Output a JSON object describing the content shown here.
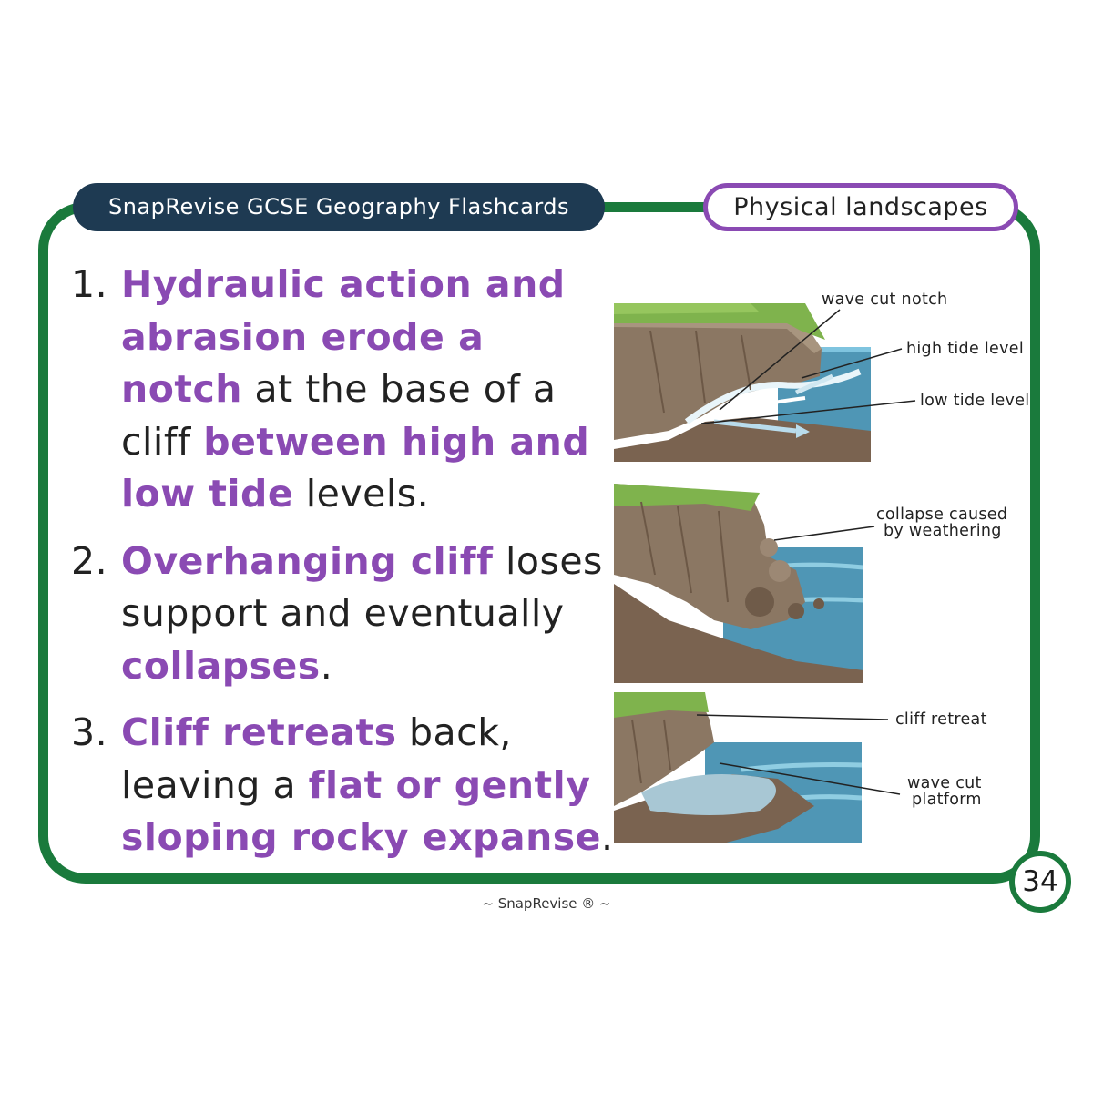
{
  "header": {
    "title": "SnapRevise GCSE Geography Flashcards",
    "topic": "Physical landscapes"
  },
  "points": [
    {
      "num": "1.",
      "parts": [
        {
          "text": "Hydraulic action and abrasion erode a notch",
          "hl": true
        },
        {
          "text": " at the base of a cliff ",
          "hl": false
        },
        {
          "text": "between high and low tide",
          "hl": true
        },
        {
          "text": " levels.",
          "hl": false
        }
      ]
    },
    {
      "num": "2.",
      "parts": [
        {
          "text": "Overhanging cliff",
          "hl": true
        },
        {
          "text": " loses support and eventually ",
          "hl": false
        },
        {
          "text": "collapses",
          "hl": true
        },
        {
          "text": ".",
          "hl": false
        }
      ]
    },
    {
      "num": "3.",
      "parts": [
        {
          "text": "Cliff retreats",
          "hl": true
        },
        {
          "text": " back, leaving a ",
          "hl": false
        },
        {
          "text": "flat or gently sloping rocky expanse",
          "hl": true
        },
        {
          "text": ".",
          "hl": false
        }
      ]
    }
  ],
  "labels": {
    "wave_cut_notch": "wave cut notch",
    "high_tide": "high tide level",
    "low_tide": "low tide level",
    "collapse_1": "collapse caused",
    "collapse_2": "by weathering",
    "cliff_retreat": "cliff retreat",
    "platform_1": "wave cut",
    "platform_2": "platform"
  },
  "page_number": "34",
  "footer": "~ SnapRevise ® ~",
  "colors": {
    "border": "#1a7a3c",
    "header_dark": "#1e3a52",
    "accent": "#8a4ab3"
  }
}
